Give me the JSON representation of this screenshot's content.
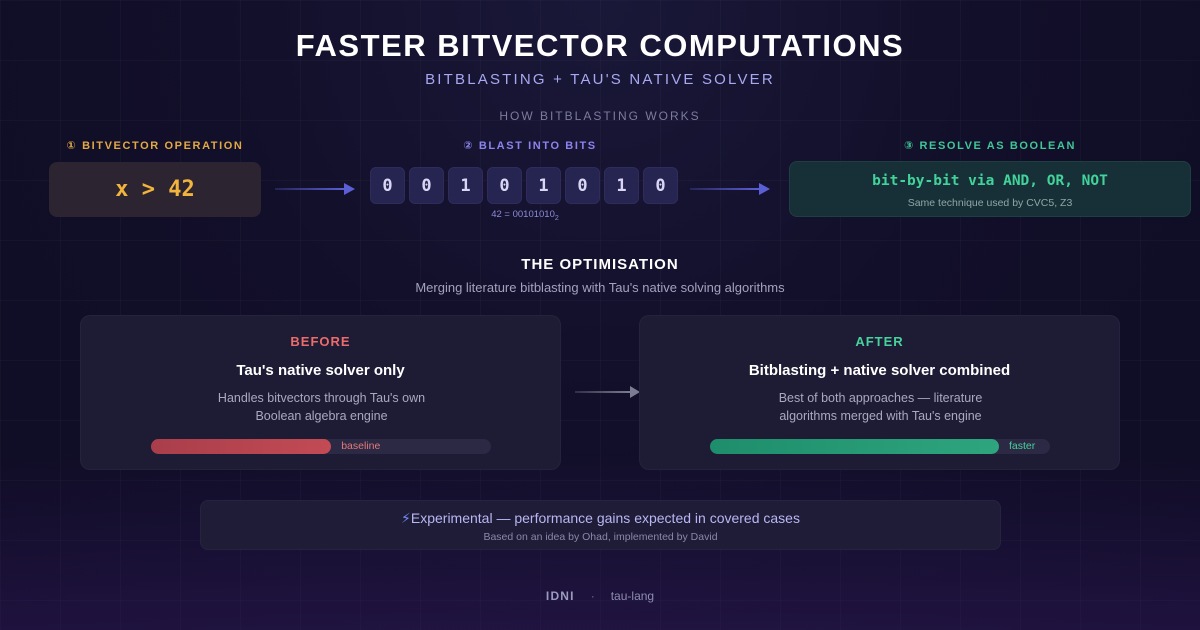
{
  "header": {
    "title": "FASTER BITVECTOR COMPUTATIONS",
    "subtitle": "BITBLASTING + TAU'S NATIVE SOLVER",
    "section_label": "HOW BITBLASTING WORKS"
  },
  "steps": {
    "step1": {
      "label": "① BITVECTOR OPERATION",
      "expression": "x > 42"
    },
    "step2": {
      "label": "② BLAST INTO BITS",
      "bits": [
        "0",
        "0",
        "1",
        "0",
        "1",
        "0",
        "1",
        "0"
      ],
      "caption_prefix": "42 = 00101010",
      "caption_subscript": "2"
    },
    "step3": {
      "label": "③ RESOLVE AS BOOLEAN",
      "main": "bit-by-bit via AND, OR, NOT",
      "sub": "Same technique used by CVC5, Z3"
    }
  },
  "optimisation": {
    "title": "THE OPTIMISATION",
    "subtitle": "Merging literature bitblasting with Tau's native solving algorithms"
  },
  "before": {
    "tag": "BEFORE",
    "title": "Tau's native solver only",
    "desc_line1": "Handles bitvectors through Tau's own",
    "desc_line2": "Boolean algebra engine",
    "bar_label": "baseline",
    "bar_fraction": 0.53
  },
  "after": {
    "tag": "AFTER",
    "title": "Bitblasting + native solver combined",
    "desc_line1": "Best of both approaches — literature",
    "desc_line2": "algorithms merged with Tau's engine",
    "bar_label": "faster",
    "bar_fraction": 0.85
  },
  "note": {
    "icon": "lightning-icon",
    "bolt_glyph": "⚡",
    "main": "Experimental — performance gains expected in covered cases",
    "sub": "Based on an idea by Ohad, implemented by David"
  },
  "footer": {
    "brand": "IDNI",
    "separator": "·",
    "project": "tau-lang"
  },
  "colors": {
    "step1_accent": "#e3a944",
    "step2_accent": "#8b84ec",
    "step3_accent": "#3fc796",
    "before_accent": "#ec6b6b",
    "after_accent": "#45d29c",
    "background": "#120f2a"
  }
}
